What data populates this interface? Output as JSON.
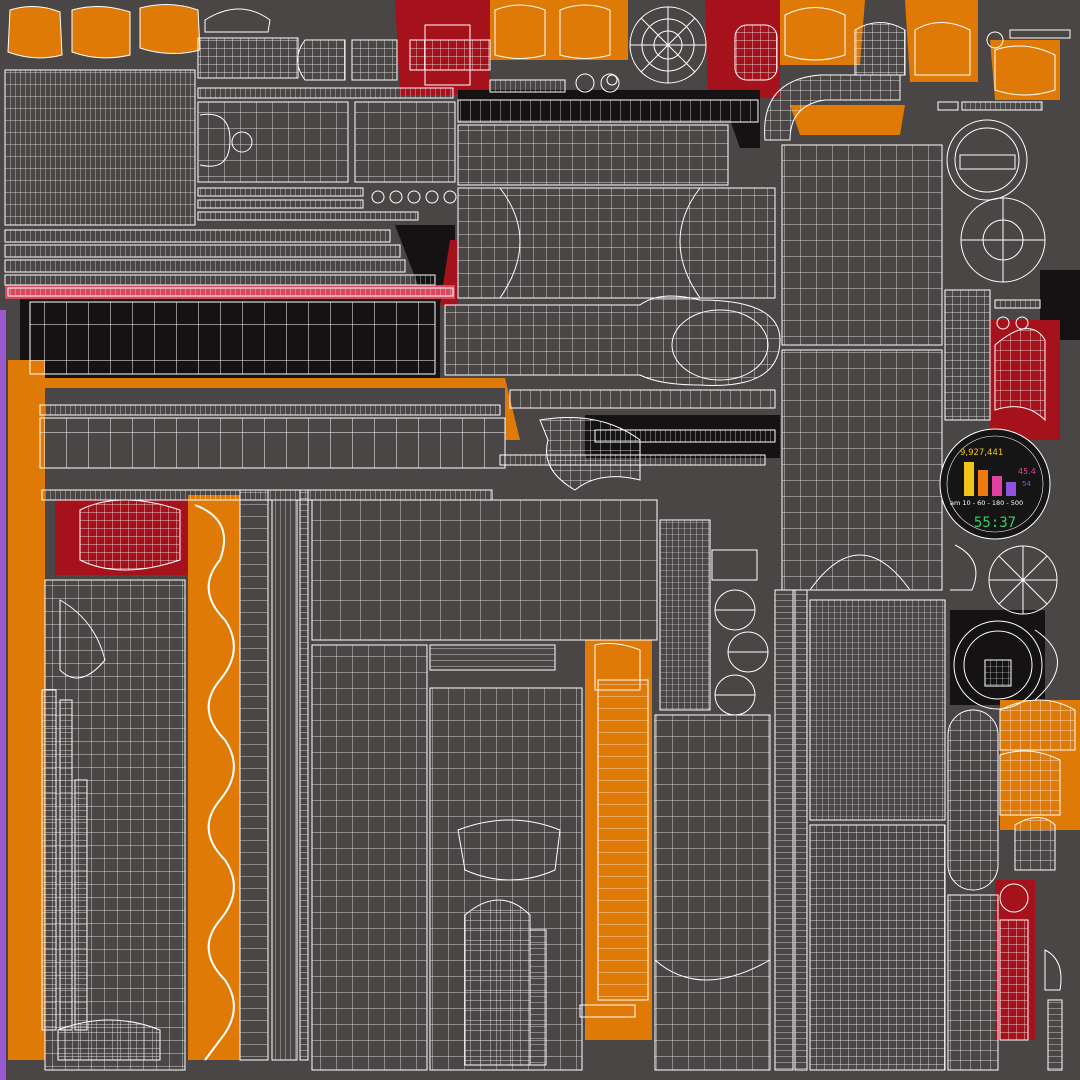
{
  "colors": {
    "background": "#4a4646",
    "wire": "#ffffff",
    "orange_island": "#e07a06",
    "red_island": "#a5121c",
    "black_island": "#141212",
    "gray_island": "#4f4b4b",
    "purple_strip": "#9b59d0",
    "pink_strip": "#d8485c",
    "gauge_bar_yellow": "#f0c419",
    "gauge_bar_orange": "#f07a10",
    "gauge_bar_pink": "#e040a0",
    "gauge_bar_purple": "#9050e0",
    "gauge_time_green": "#30d060"
  },
  "gauge": {
    "top_value": "9,927,441",
    "mid_value": "45.4",
    "side_value": "54",
    "scale_label": "am 10 - 60 - 180 - 500",
    "time_value": "55:37",
    "bar_levels": [
      0.85,
      0.65,
      0.5,
      0.35
    ]
  },
  "icons": {
    "gauge": "dial-gauge-icon",
    "bearing": "ring-bearing-icon",
    "fan": "radial-fan-icon"
  }
}
